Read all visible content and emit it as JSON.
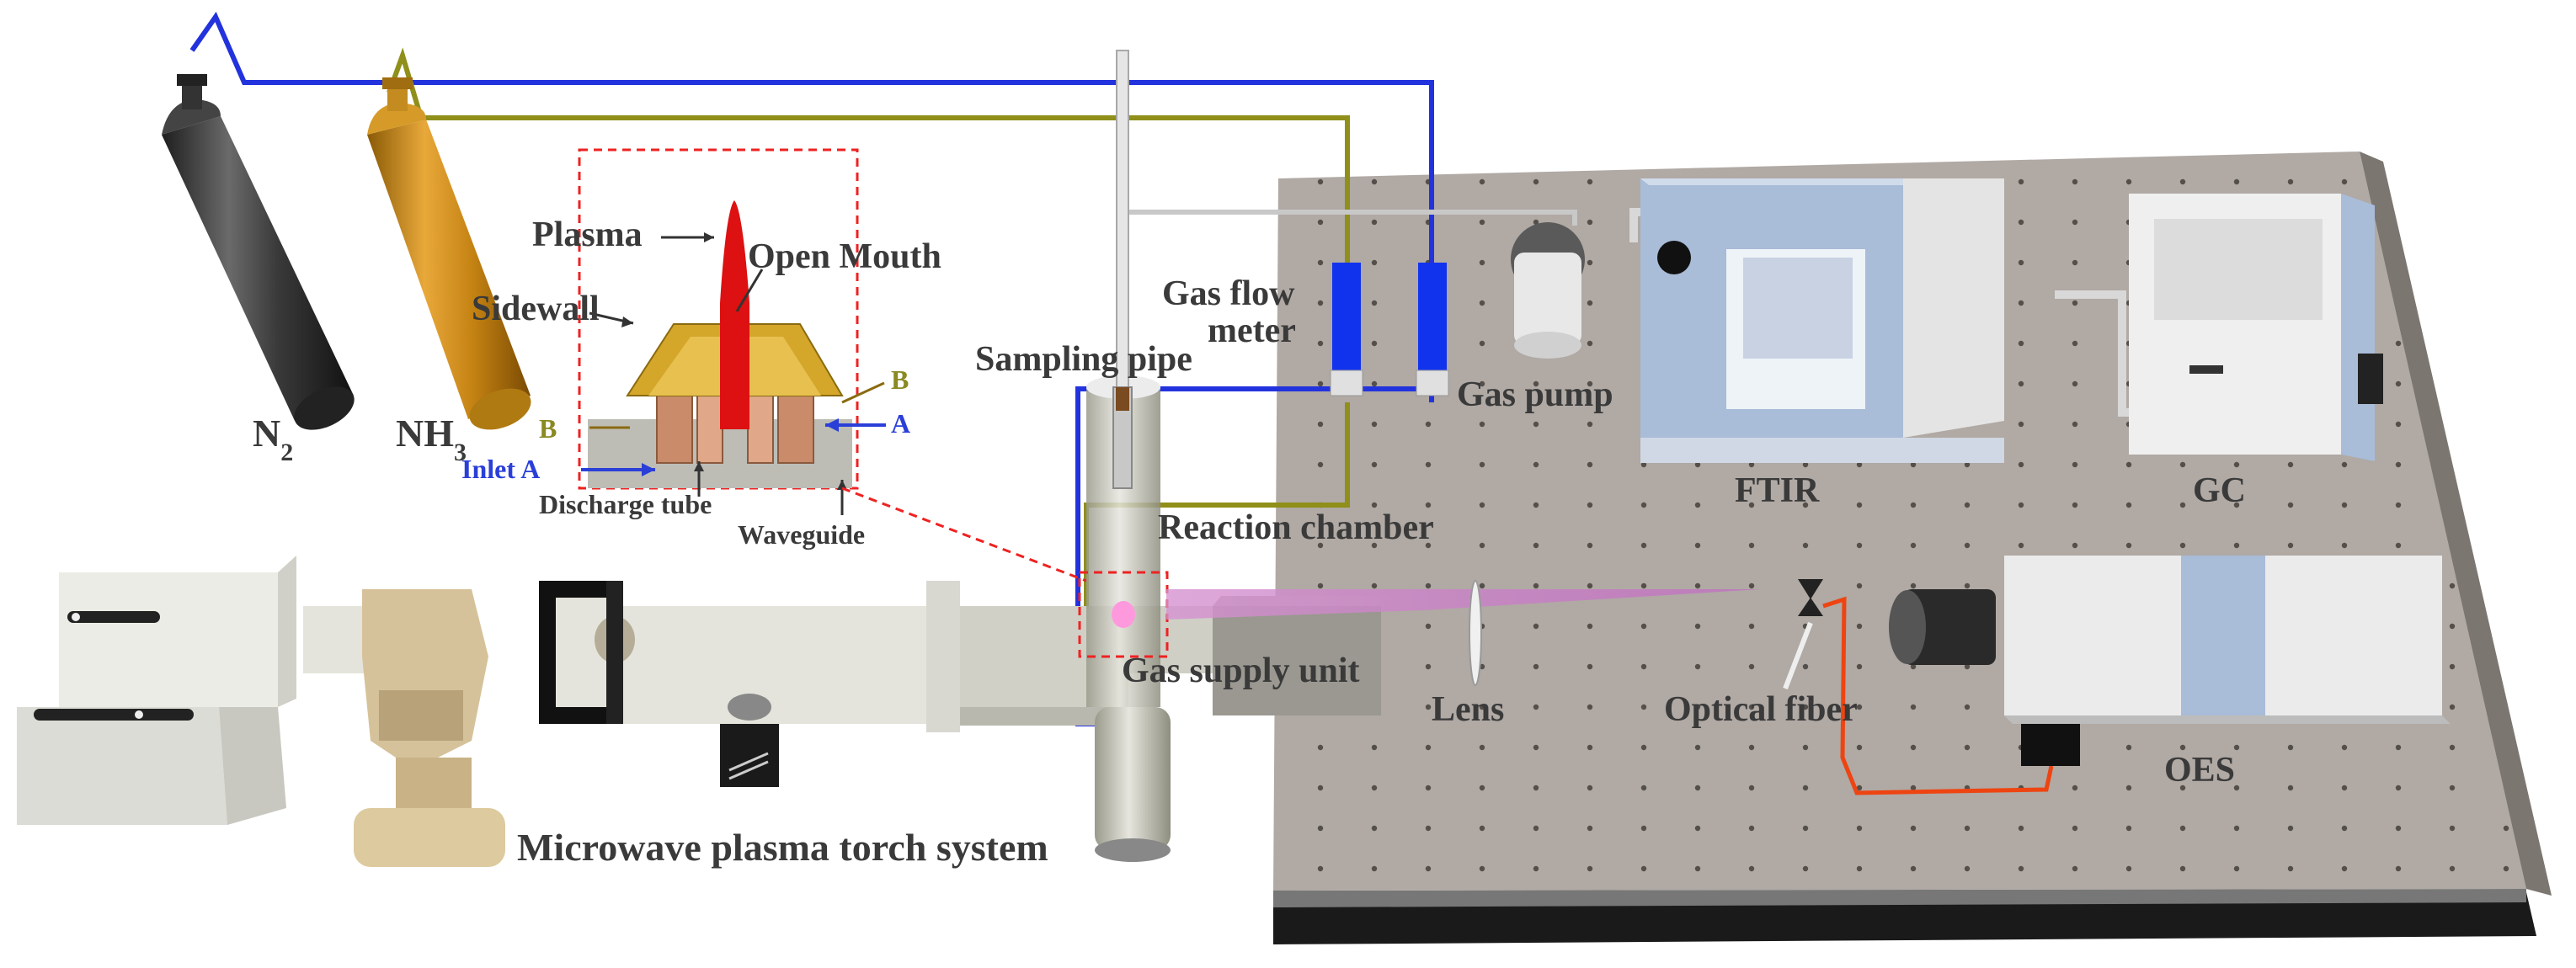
{
  "labels": {
    "n2": "N",
    "n2_sub": "2",
    "nh3": "NH",
    "nh3_sub": "3",
    "plasma": "Plasma",
    "open_mouth": "Open Mouth",
    "sidewall": "Sidewall",
    "inlet_b_right": "B",
    "inlet_b_left": "B",
    "inlet_a_right": "A",
    "inlet_a": "Inlet A",
    "discharge_tube": "Discharge tube",
    "waveguide": "Waveguide",
    "sampling_pipe": "Sampling pipe",
    "gas_flow_meter_line1": "Gas flow",
    "gas_flow_meter_line2": "meter",
    "gas_pump": "Gas pump",
    "ftir": "FTIR",
    "gc": "GC",
    "reaction_chamber": "Reaction chamber",
    "gas_supply_unit": "Gas supply unit",
    "lens": "Lens",
    "optical_fiber": "Optical fiber",
    "oes": "OES",
    "system_title": "Microwave plasma torch system"
  },
  "colors": {
    "n2_line": "#2233dd",
    "nh3_line": "#8f8f1a",
    "fiber": "#ee4411",
    "callout": "#ee2222",
    "table_top": "#b0a9a4",
    "ftir_blue": "#a9bcd8",
    "flow_meter": "#1133ee",
    "plasma": "#dd1111",
    "copper": "#c98b6a",
    "gold": "#d4a62a"
  }
}
